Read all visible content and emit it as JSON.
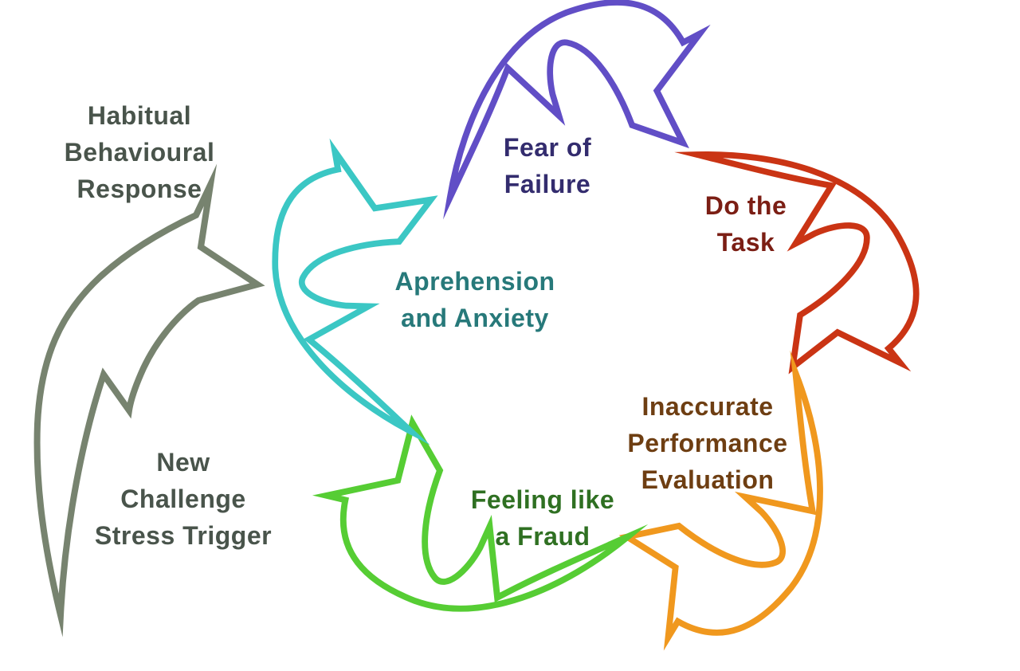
{
  "diagram": {
    "type": "cycle-diagram",
    "background_color": "#ffffff",
    "nodes": {
      "fear_of_failure": {
        "text": "Fear of\nFailure",
        "color": "#332C6E"
      },
      "do_the_task": {
        "text": "Do the\nTask",
        "color": "#7B1E14"
      },
      "inaccurate_performance_evaluation": {
        "text": "Inaccurate\nPerformance\nEvaluation",
        "color": "#6E3E12"
      },
      "feeling_like_a_fraud": {
        "text": "Feeling like\na Fraud",
        "color": "#2F7022"
      },
      "aprehension_and_anxiety": {
        "text": "Aprehension\nand Anxiety",
        "color": "#27797A"
      },
      "habitual_behavioural_response": {
        "text": "Habitual\nBehavioural\nResponse",
        "color": "#49544B"
      },
      "new_challenge_stress_trigger": {
        "text": "New\nChallenge\nStress Trigger",
        "color": "#49544B"
      }
    },
    "arrows": [
      {
        "id": "fear-to-task",
        "from": "Fear of Failure",
        "to": "Do the Task",
        "color": "#614EC6"
      },
      {
        "id": "task-to-evaluation",
        "from": "Do the Task",
        "to": "Inaccurate Performance Evaluation",
        "color": "#CA3414"
      },
      {
        "id": "evaluation-to-fraud",
        "from": "Inaccurate Performance Evaluation",
        "to": "Feeling like a Fraud",
        "color": "#F0981E"
      },
      {
        "id": "fraud-to-aprehension",
        "from": "Feeling like a Fraud",
        "to": "Aprehension and Anxiety",
        "color": "#56CD34"
      },
      {
        "id": "aprehension-to-fear",
        "from": "Aprehension and Anxiety",
        "to": "Fear of Failure",
        "color": "#3BC7C4"
      },
      {
        "id": "trigger-to-response",
        "from": "New Challenge Stress Trigger",
        "to": "Habitual Behavioural Response",
        "color": "#77836F"
      }
    ]
  }
}
